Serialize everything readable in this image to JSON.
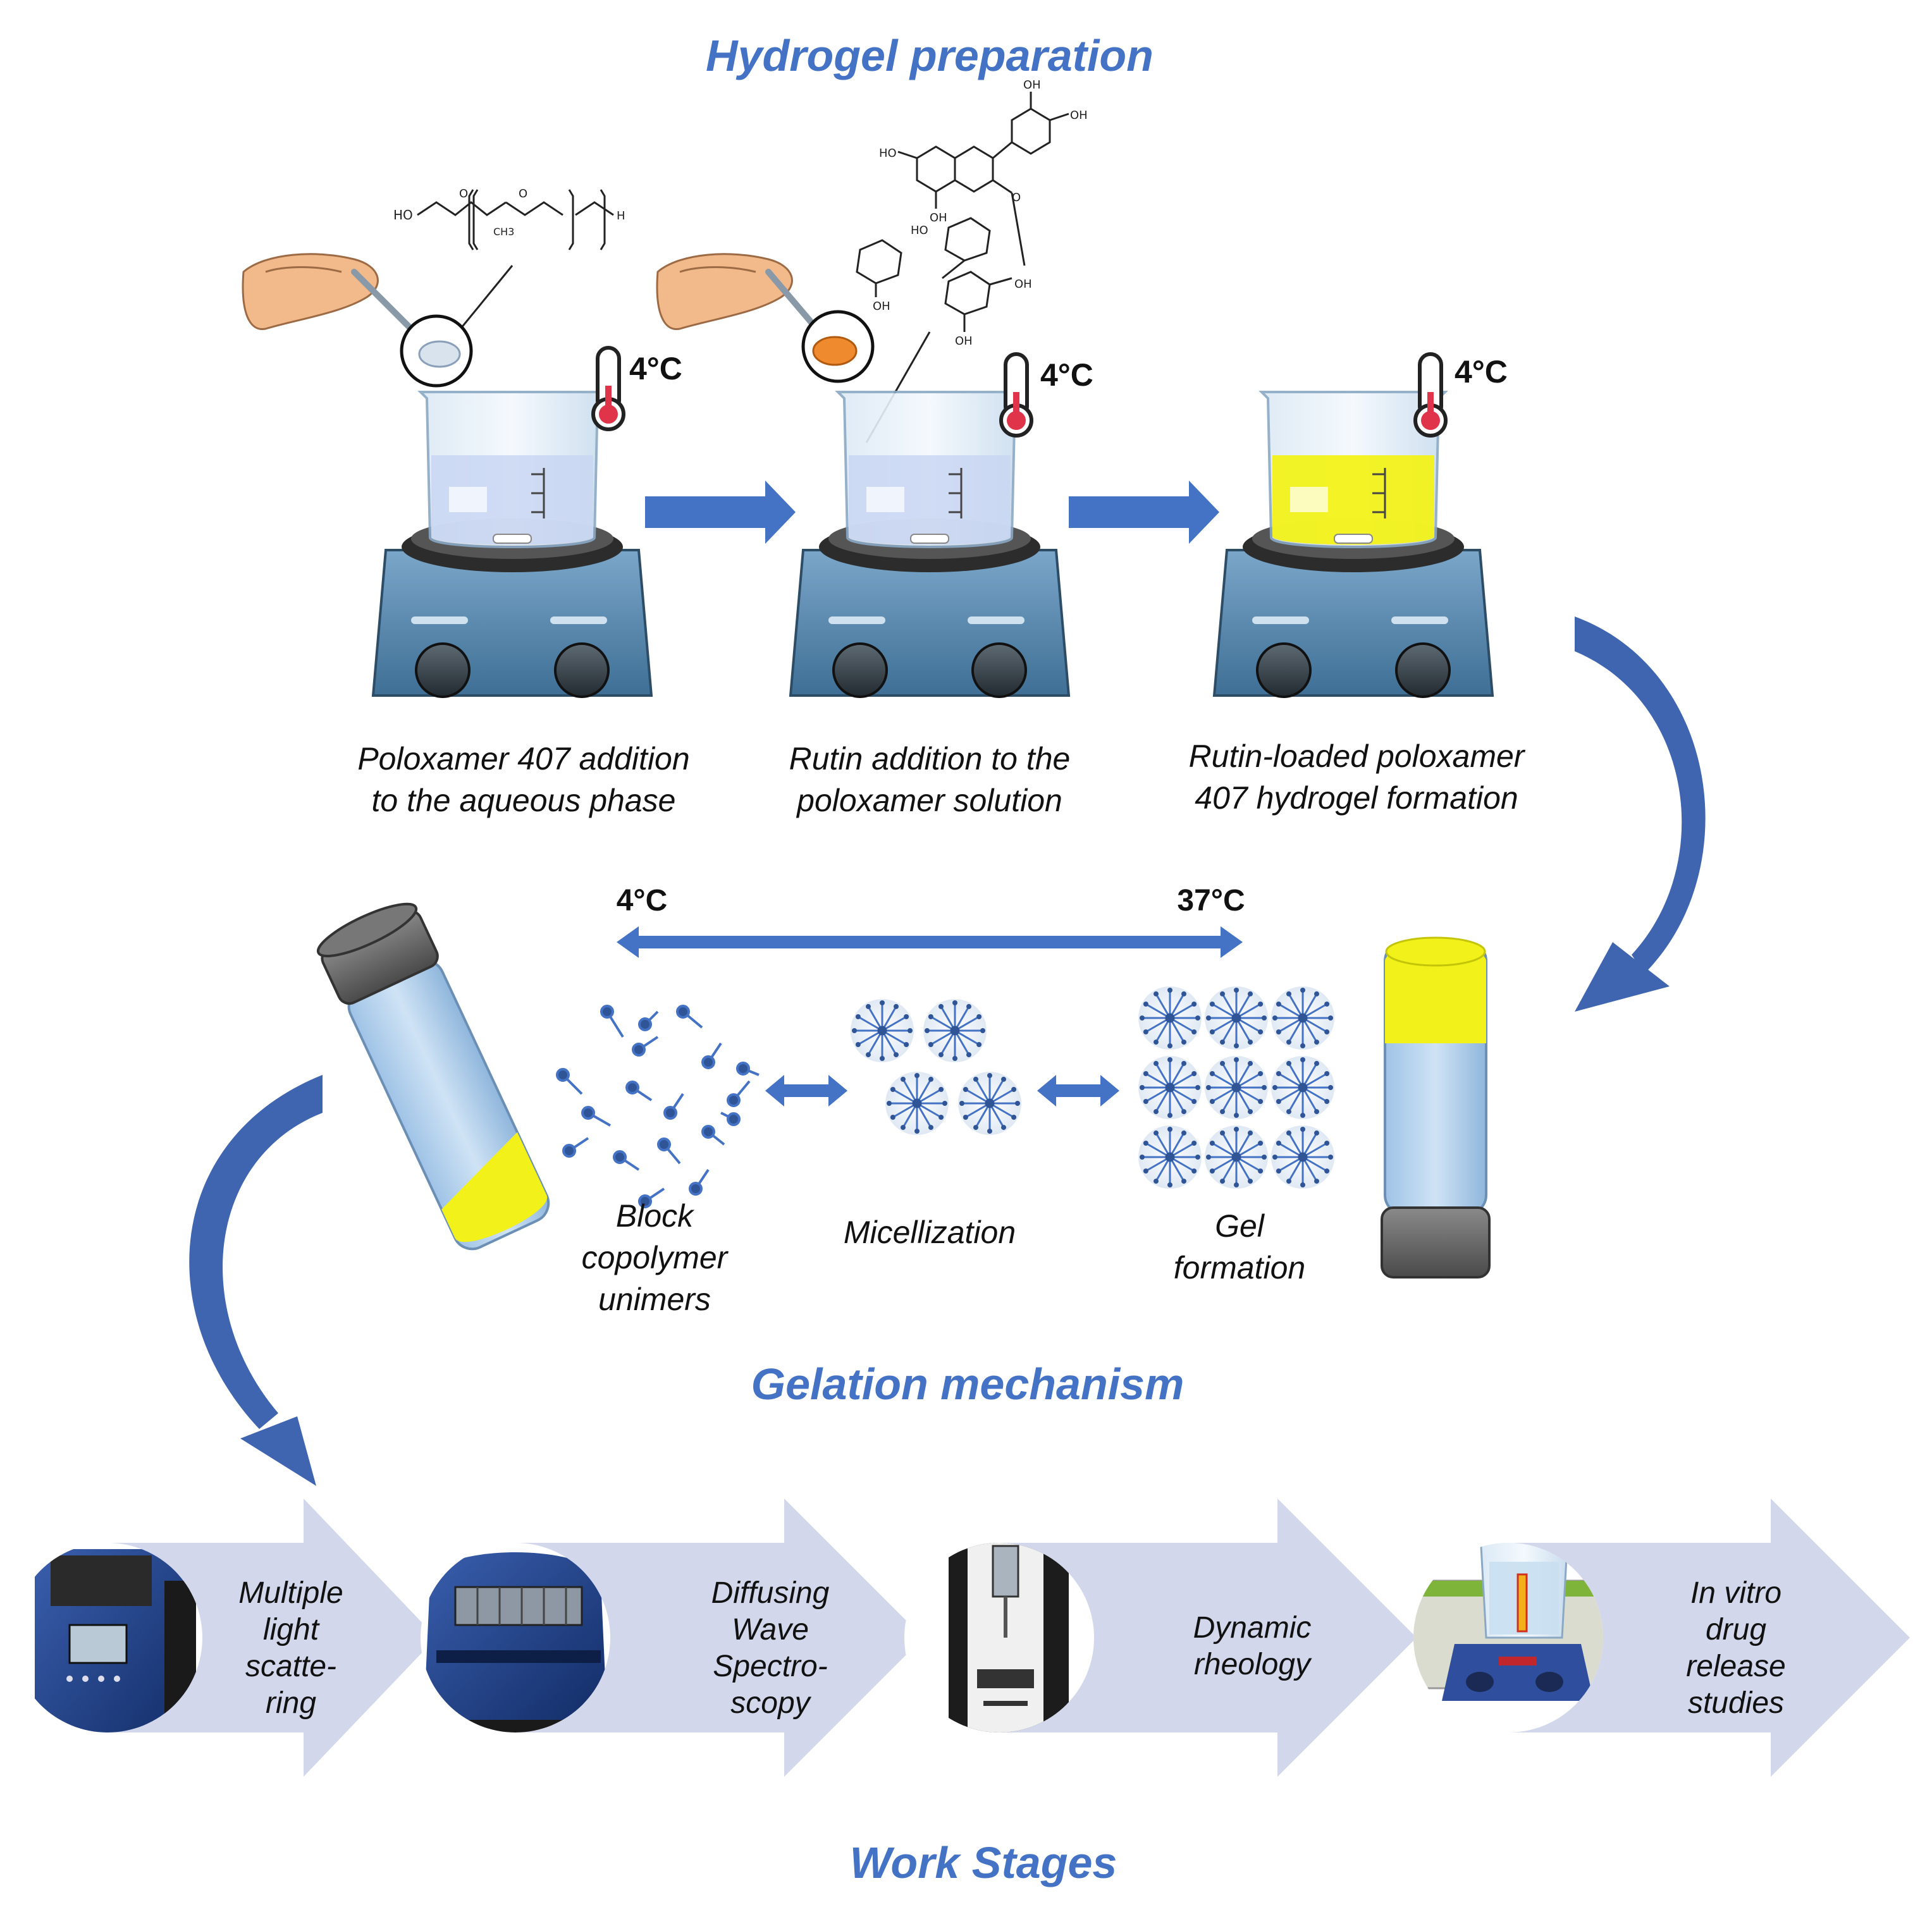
{
  "sections": {
    "hydrogel_preparation": "Hydrogel preparation",
    "gelation_mechanism": "Gelation mechanism",
    "work_stages": "Work Stages"
  },
  "preparation_steps": [
    {
      "line1": "Poloxamer 407 addition",
      "line2": "to the aqueous phase",
      "temperature": "4°C",
      "liquid_color": "#c9d6f2"
    },
    {
      "line1": "Rutin addition to the",
      "line2": "poloxamer solution",
      "temperature": "4°C",
      "liquid_color": "#c9d6f2"
    },
    {
      "line1": "Rutin-loaded poloxamer",
      "line2": "407 hydrogel formation",
      "temperature": "4°C",
      "liquid_color": "#f2f21a"
    }
  ],
  "chemistry": {
    "poloxamer_formula_labels": [
      "HO",
      "O",
      "O",
      "CH3",
      "H"
    ],
    "rutin_labels": [
      "HO",
      "OH",
      "OH",
      "OH",
      "O",
      "OH",
      "OH",
      "HO",
      "OH"
    ]
  },
  "gelation": {
    "temp_low": "4°C",
    "temp_high": "37°C",
    "stages": [
      {
        "lines": [
          "Block",
          "copolymer",
          "unimers"
        ]
      },
      {
        "lines": [
          "Micellization"
        ]
      },
      {
        "lines": [
          "Gel",
          "formation"
        ]
      }
    ]
  },
  "work_stages": [
    {
      "lines": [
        "Multiple",
        "light",
        "scatte-",
        "ring"
      ]
    },
    {
      "lines": [
        "Diffusing",
        "Wave",
        "Spectro-",
        "scopy"
      ]
    },
    {
      "lines": [
        "Dynamic",
        "rheology"
      ]
    },
    {
      "lines": [
        "In vitro",
        "drug",
        "release",
        "studies"
      ]
    }
  ],
  "colors": {
    "title_blue": "#4472c4",
    "arrow_blue": "#4472c4",
    "chevron_fill": "#d2d7ec",
    "stirrer_body": "#5c8bb0",
    "yellow": "#f2f21a"
  }
}
